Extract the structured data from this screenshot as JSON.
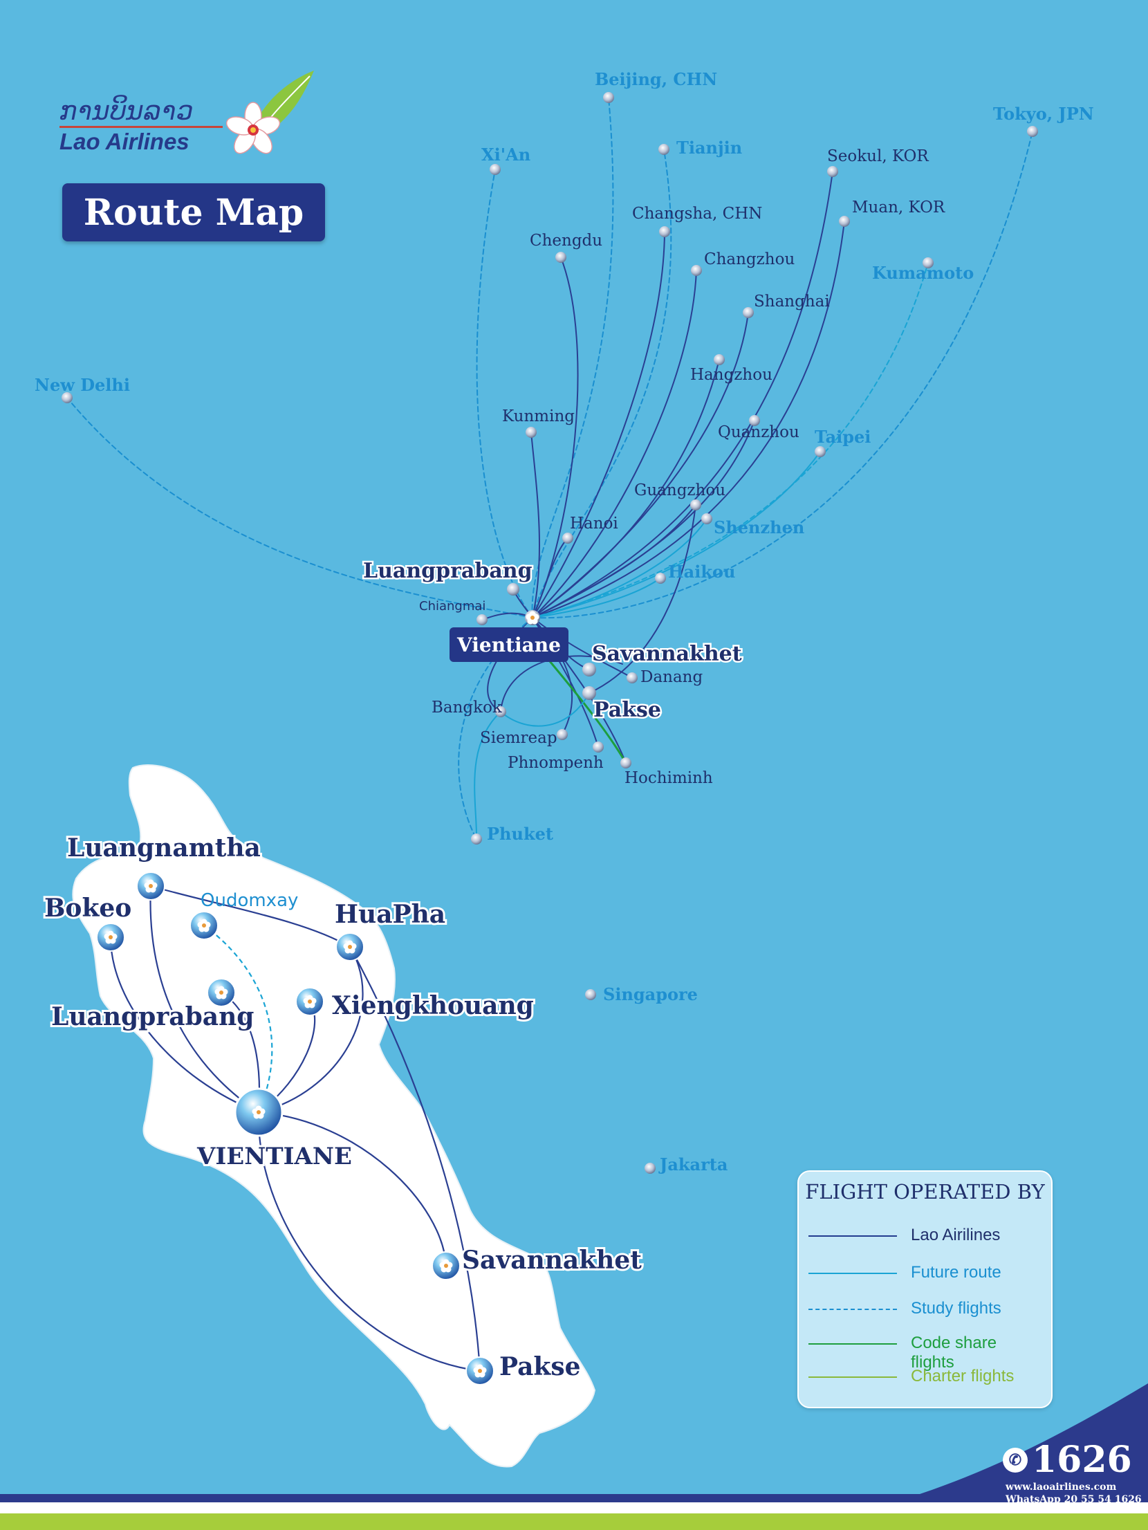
{
  "brand": {
    "name_lao": "ການບິນລາວ",
    "name_en": "Lao Airlines",
    "title": "Route Map",
    "color_navy": "#243687",
    "color_sea": "#5ab9e0"
  },
  "hub": {
    "intl_label": "Vientiane",
    "domestic_label": "VIENTIANE"
  },
  "international_destinations": [
    {
      "name": "Beijing, CHN",
      "status": "study"
    },
    {
      "name": "Tianjin",
      "status": "study"
    },
    {
      "name": "Tokyo, JPN",
      "status": "study"
    },
    {
      "name": "Xi'An",
      "status": "study"
    },
    {
      "name": "Seokul, KOR",
      "status": "operated"
    },
    {
      "name": "Changsha, CHN",
      "status": "operated"
    },
    {
      "name": "Muan, KOR",
      "status": "operated"
    },
    {
      "name": "Chengdu",
      "status": "operated"
    },
    {
      "name": "Changzhou",
      "status": "operated"
    },
    {
      "name": "Kumamoto",
      "status": "future"
    },
    {
      "name": "Shanghai",
      "status": "operated"
    },
    {
      "name": "Hangzhou",
      "status": "operated"
    },
    {
      "name": "New Delhi",
      "status": "study"
    },
    {
      "name": "Kunming",
      "status": "operated"
    },
    {
      "name": "Quanzhou",
      "status": "operated"
    },
    {
      "name": "Taipei",
      "status": "future"
    },
    {
      "name": "Guangzhou",
      "status": "operated"
    },
    {
      "name": "Shenzhen",
      "status": "future"
    },
    {
      "name": "Hanoi",
      "status": "operated"
    },
    {
      "name": "Haikou",
      "status": "future"
    },
    {
      "name": "Luangprabang",
      "status": "operated"
    },
    {
      "name": "Chiangmai",
      "status": "operated"
    },
    {
      "name": "Savannakhet",
      "status": "operated"
    },
    {
      "name": "Danang",
      "status": "operated"
    },
    {
      "name": "Bangkok",
      "status": "operated"
    },
    {
      "name": "Pakse",
      "status": "operated"
    },
    {
      "name": "Siemreap",
      "status": "operated"
    },
    {
      "name": "Phnompenh",
      "status": "operated"
    },
    {
      "name": "Hochiminh",
      "status": "operated"
    },
    {
      "name": "Phuket",
      "status": "future"
    },
    {
      "name": "Singapore",
      "status": "future"
    },
    {
      "name": "Jakarta",
      "status": "future"
    }
  ],
  "domestic_destinations": [
    {
      "name": "Luangnamtha",
      "status": "operated"
    },
    {
      "name": "Oudomxay",
      "status": "study"
    },
    {
      "name": "Bokeo",
      "status": "operated"
    },
    {
      "name": "HuaPha",
      "status": "operated"
    },
    {
      "name": "Luangprabang",
      "status": "operated"
    },
    {
      "name": "Xiengkhouang",
      "status": "operated"
    },
    {
      "name": "Savannakhet",
      "status": "operated"
    },
    {
      "name": "Pakse",
      "status": "operated"
    }
  ],
  "legend": {
    "title": "FLIGHT OPERATED BY",
    "items": [
      {
        "label": "Lao Airilines",
        "color": "#233c8f",
        "style": "solid"
      },
      {
        "label": "Future route",
        "color": "#1aa4d4",
        "style": "solid"
      },
      {
        "label": "Study flights",
        "color": "#1a8fd0",
        "style": "dashed"
      },
      {
        "label": "Code share flights",
        "color": "#1d9e3e",
        "style": "solid"
      },
      {
        "label": "Charter flights",
        "color": "#8ab83a",
        "style": "solid"
      }
    ]
  },
  "contact": {
    "hotline": "1626",
    "website": "www.laoairlines.com",
    "whatsapp": "WhatsApp 20 55 54 1626"
  }
}
